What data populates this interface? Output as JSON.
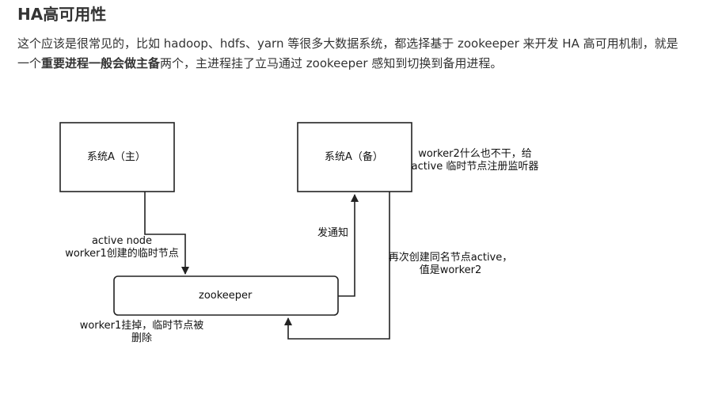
{
  "heading": "HA高可用性",
  "paragraph": {
    "line1": "这个应该是很常见的，比如 hadoop、hdfs、yarn 等很多大数据系统，都选择基于 zookeeper 来开发 HA 高可用机制，就是",
    "line2_prefix": "一个",
    "line2_bold": "重要进程一般会做主备",
    "line2_suffix": "两个，主进程挂了立马通过 zookeeper 感知到切换到备用进程。"
  },
  "diagram": {
    "nodes": {
      "primary": "系统A（主）",
      "backup": "系统A（备）",
      "zookeeper": "zookeeper"
    },
    "notes": {
      "worker2_line1": "worker2什么也不干，给",
      "worker2_line2": "active 临时节点注册监听器",
      "active_line1": "active node",
      "active_line2": "worker1创建的临时节点",
      "notify": "发通知",
      "recreate_line1": "再次创建同名节点active，",
      "recreate_line2": "值是worker2",
      "dead_line1": "worker1挂掉，临时节点被",
      "dead_line2": "删除"
    },
    "colors": {
      "stroke": "#222222",
      "text": "#111111"
    }
  }
}
